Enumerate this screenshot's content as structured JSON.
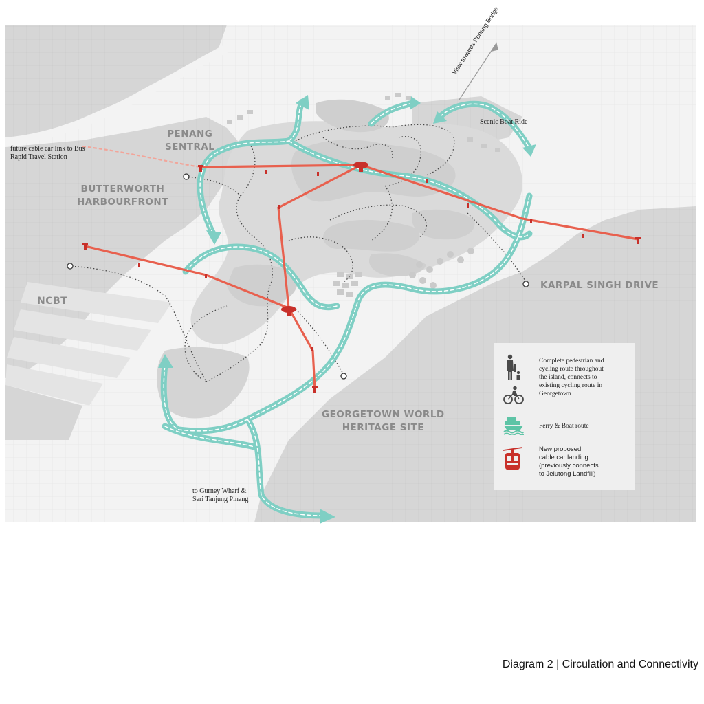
{
  "labels": {
    "penang_sentral": "PENANG\nSENTRAL",
    "butterworth": "BUTTERWORTH\nHARBOURFRONT",
    "ncbt": "NCBT",
    "karpal": "KARPAL SINGH DRIVE",
    "georgetown": "GEORGETOWN WORLD\nHERITAGE SITE"
  },
  "annotations": {
    "cable_car_link": "future cable car link to Bus\nRapid Travel Station",
    "view_bridge": "View towards Penang Bridge",
    "scenic_boat": "Scenic Boat Ride",
    "gurney": "to Gurney Wharf &\nSeri Tanjung Pinang"
  },
  "legend": {
    "pedestrian": "Complete pedestrian and\ncycling route throughout\nthe island, connects to\nexisting cycling route in\nGeorgetown",
    "ferry": "Ferry  & Boat route",
    "cable_car": "New proposed\ncable car landing\n(previously connects\nto Jelutong Landfill)"
  },
  "caption": "Diagram 2 | Circulation  and Connectivity",
  "colors": {
    "water_route": "#7fcfc4",
    "cable_car": "#e8604e",
    "land": "#d6d6d6",
    "sea": "#f3f3f3"
  },
  "icons": [
    "pedestrian-icon",
    "cyclist-icon",
    "ferry-icon",
    "cable-car-icon",
    "arrow-icon"
  ]
}
